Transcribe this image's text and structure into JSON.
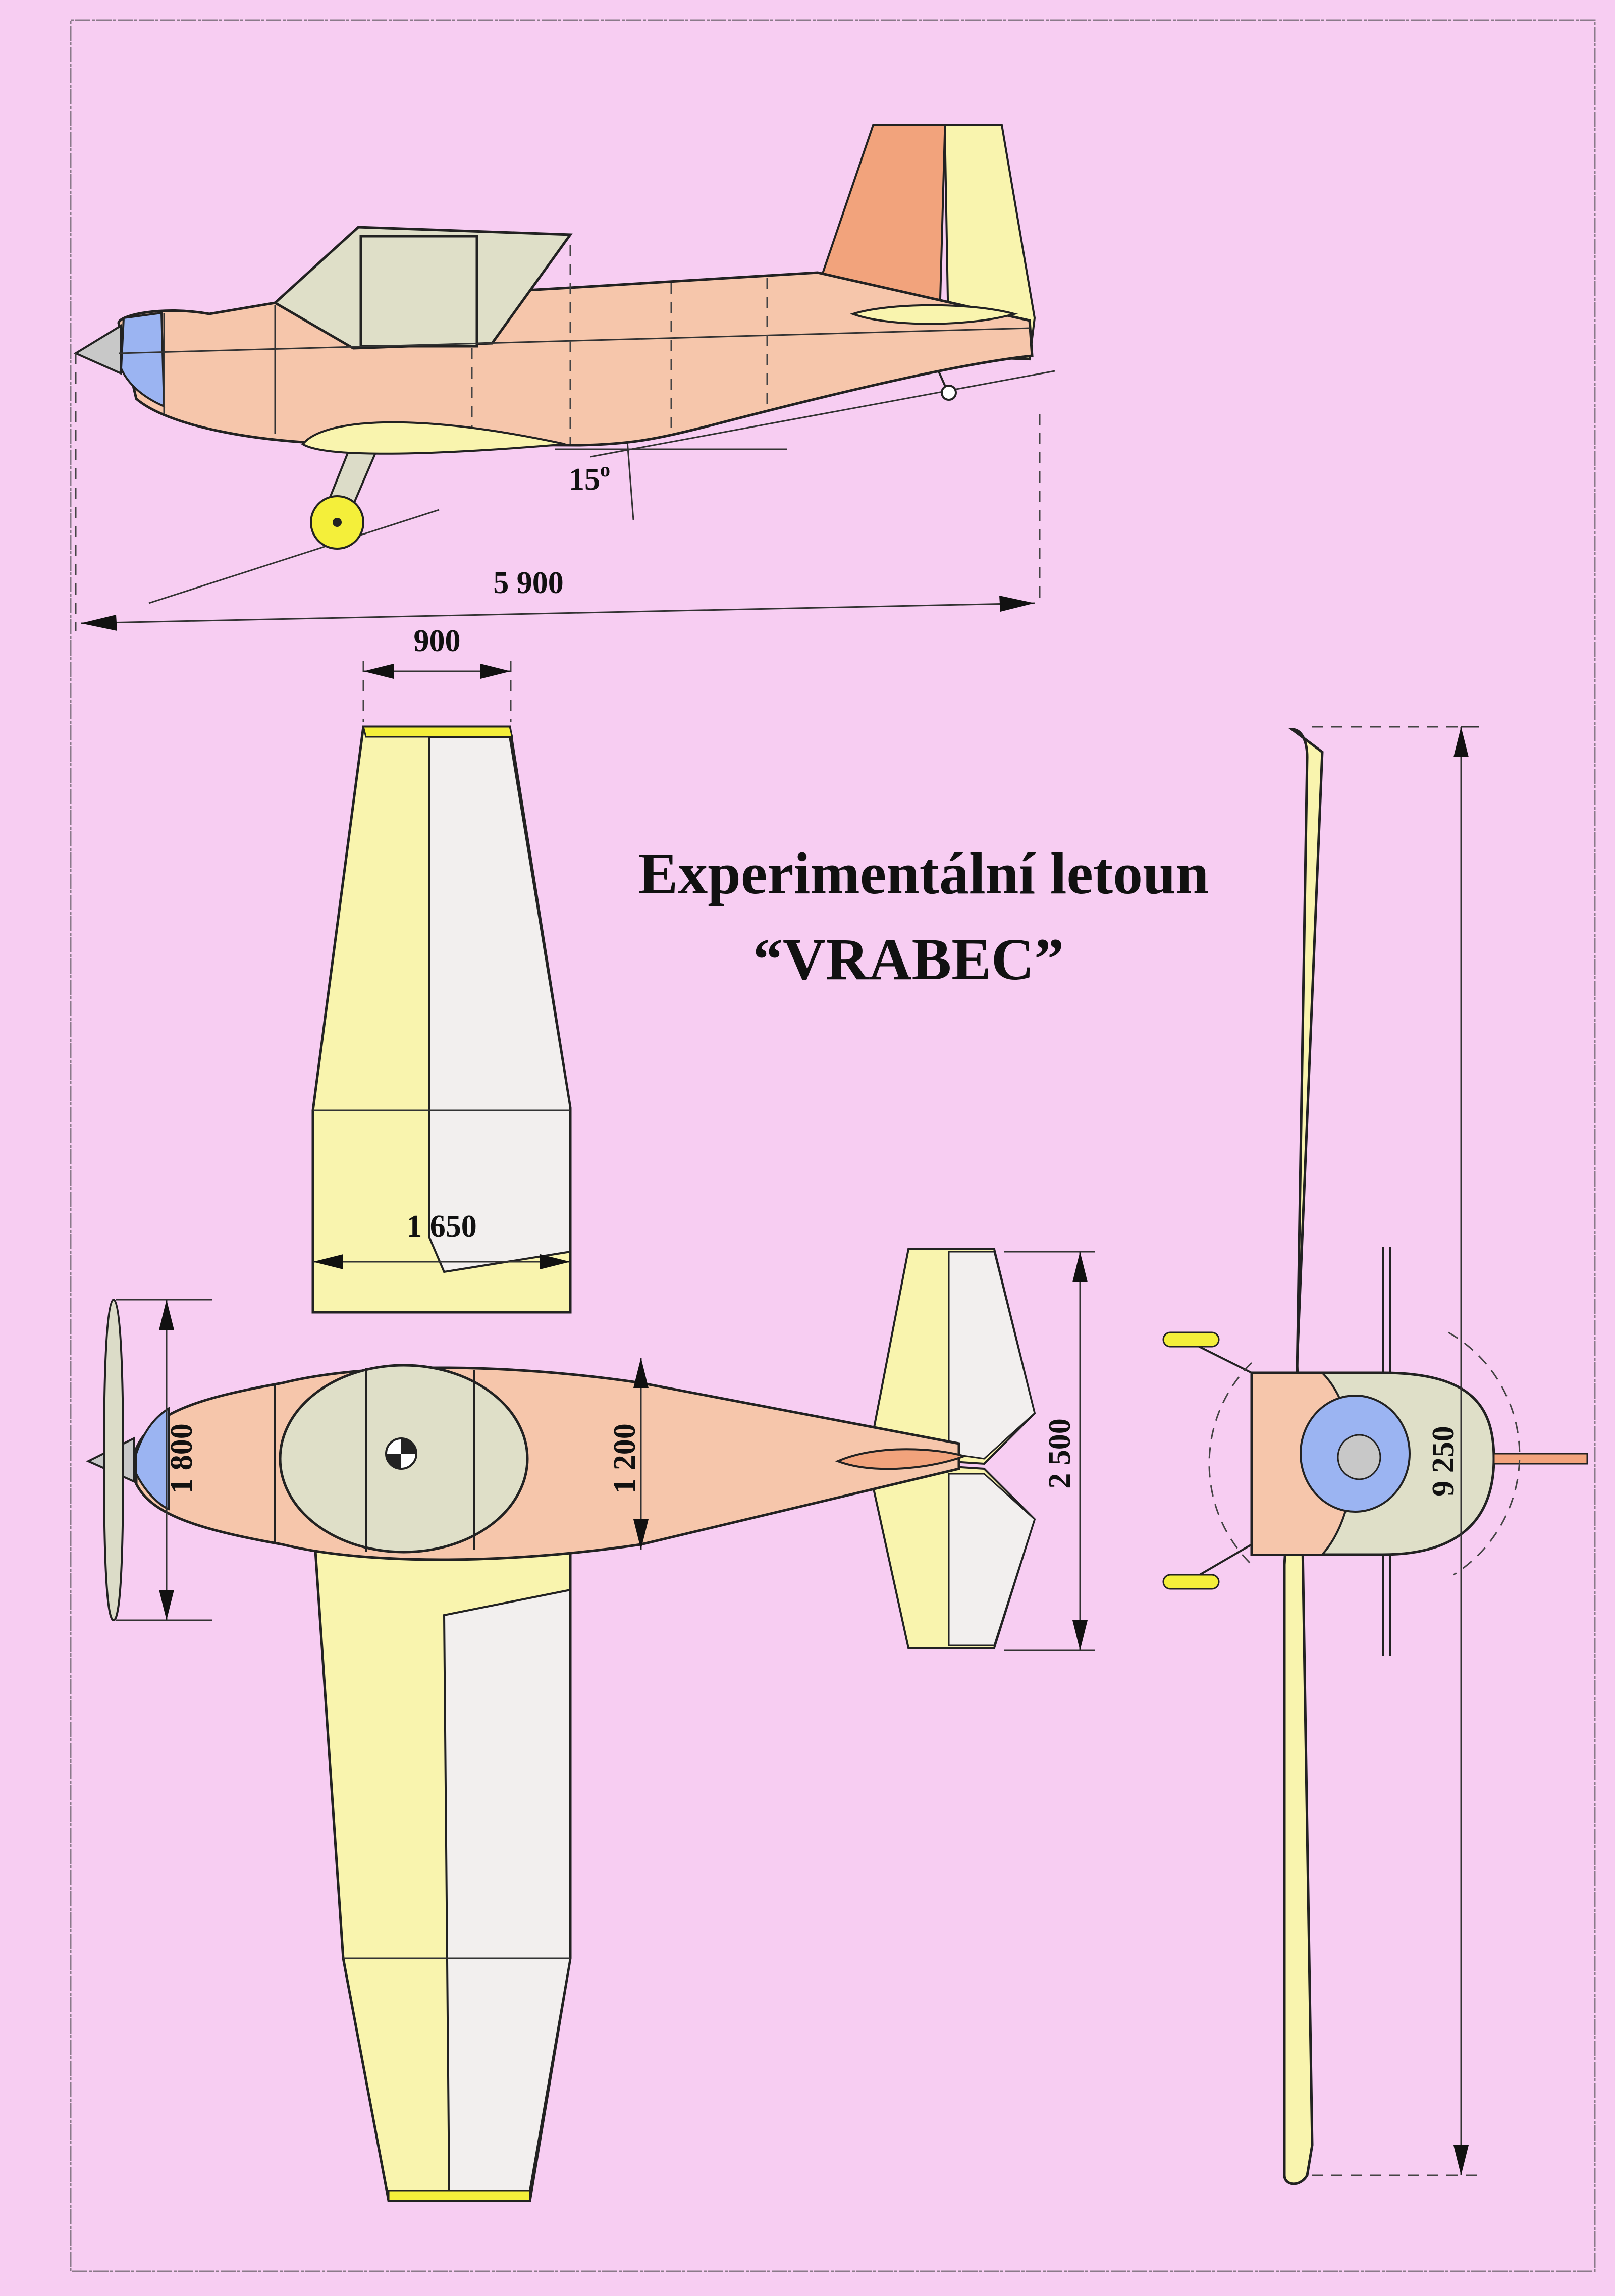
{
  "title": {
    "line1": "Experimentální  letoun",
    "line2": "“VRABEC”"
  },
  "dimensions": {
    "length": "5 900",
    "angle": "15",
    "angle_unit": "o",
    "wing_tip_chord": "900",
    "wing_root_chord": "1 650",
    "fuselage_width": "1 200",
    "propeller_diameter": "1 800",
    "tail_span": "2 500",
    "wing_span": "9 250"
  },
  "colors": {
    "background": "#f7cdf2",
    "fuselage": "#f6c6ab",
    "wing": "#f9f4ae",
    "canopy": "#dfdfc8",
    "nose_cap": "#9bb4f2",
    "rudder": "#f2a37c",
    "control_surface": "#f2efee"
  }
}
